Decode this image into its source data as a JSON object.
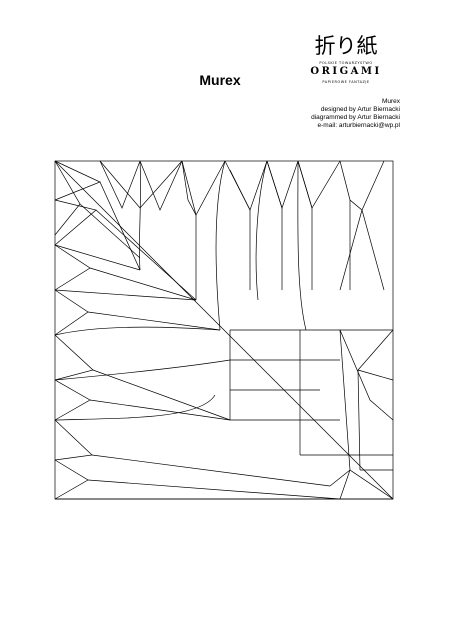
{
  "title": "Murex",
  "logo": {
    "kanji": "折り紙",
    "line_small_top": "POLSKIE TOWARZYSTWO",
    "line_big": "ORIGAMI",
    "line_small_bottom": "PAPIEROWE FANTAZJE"
  },
  "credits": {
    "model": "Murex",
    "designer": "designed by Artur Biernacki",
    "diagrammer": "diagrammed by Artur Biernacki",
    "email": "e-mail: arturbiernacki@wp.pl"
  },
  "colors": {
    "line": "#000000",
    "paper": "#ffffff"
  }
}
